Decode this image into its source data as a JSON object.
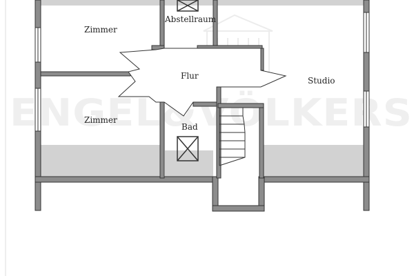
{
  "rooms": {
    "zimmer_top": "Zimmer",
    "zimmer_bottom": "Zimmer",
    "abstellraum": "Abstellraum",
    "flur": "Flur",
    "bad": "Bad",
    "studio": "Studio"
  },
  "watermark": {
    "text": "ENGEL&VÖLKERS"
  },
  "colors": {
    "wall": "#8c8c8c",
    "wall_outline": "#333333",
    "slope_shade": "#d2d2d2",
    "watermark": "#eeeeee",
    "background": "#ffffff"
  }
}
